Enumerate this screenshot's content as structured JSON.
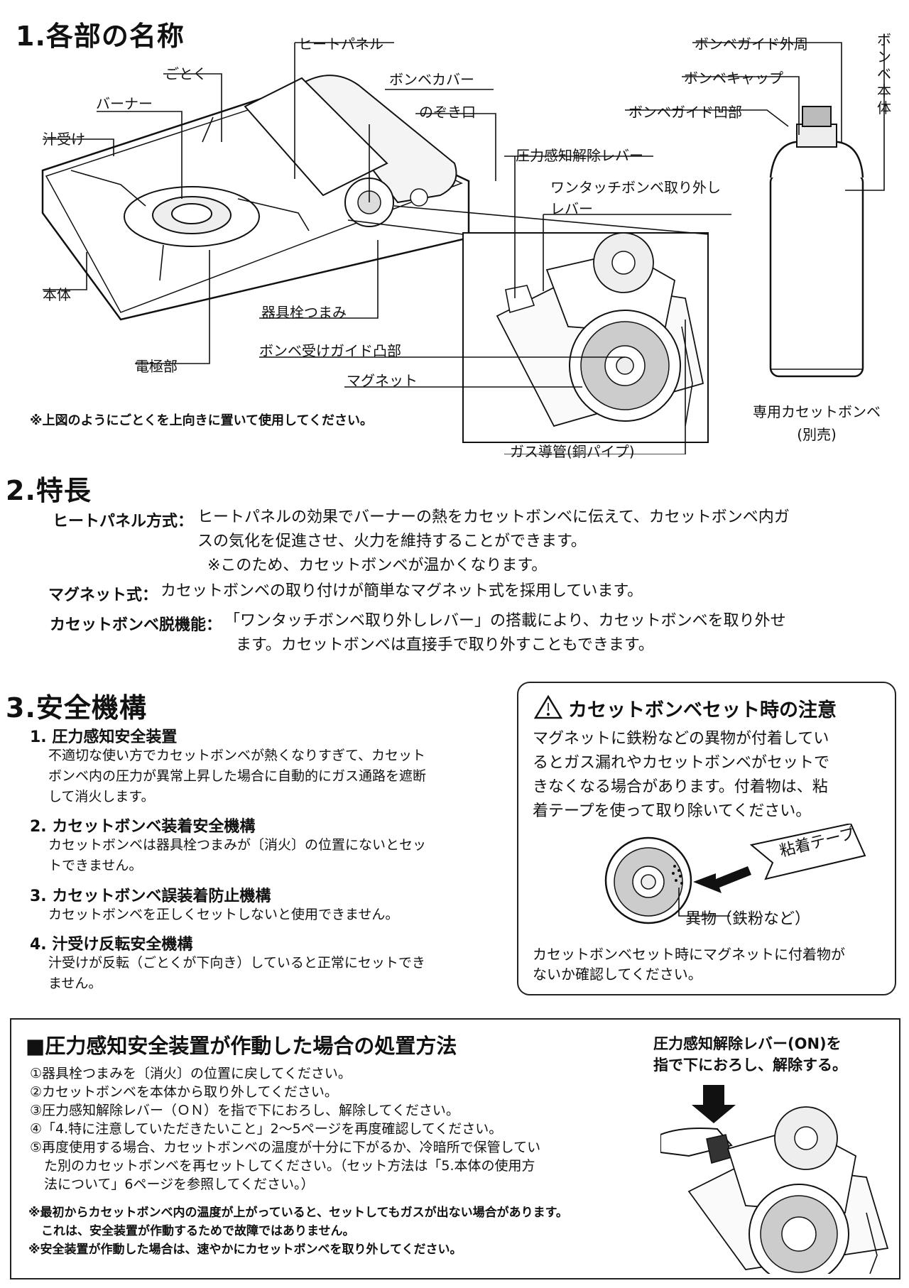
{
  "sections": {
    "parts": {
      "title": "1.各部の名称",
      "labels": {
        "heat_panel": "ヒートパネル",
        "gotoku": "ごとく",
        "cylinder_cover": "ボンベカバー",
        "burner": "バーナー",
        "peephole": "のぞき口",
        "drip_tray": "汁受け",
        "pressure_release_lever": "圧力感知解除レバー",
        "onetouch_lever_1": "ワンタッチボンベ取り外し",
        "onetouch_lever_2": "レバー",
        "body": "本体",
        "valve_knob": "器具栓つまみ",
        "guide_convex": "ボンベ受けガイド凸部",
        "magnet": "マグネット",
        "electrode": "電極部",
        "gas_pipe": "ガス導管(銅パイプ)",
        "guide_outer": "ボンベガイド外周",
        "cylinder_cap": "ボンベキャップ",
        "guide_concave": "ボンベガイド凹部",
        "cylinder_body": "ボンベ本体",
        "cassette_1": "専用カセットボンベ",
        "cassette_2": "(別売)"
      },
      "note": "※上図のようにごとくを上向きに置いて使用してください。"
    },
    "features": {
      "title": "2.特長",
      "items": [
        {
          "term": "ヒートパネル方式：",
          "desc_1": "ヒートパネルの効果でバーナーの熱をカセットボンベに伝えて、カセットボンベ内ガ",
          "desc_2": "スの気化を促進させ、火力を維持することができます。",
          "desc_3": "※このため、カセットボンベが温かくなります。"
        },
        {
          "term": "マグネット式：",
          "desc_1": "カセットボンベの取り付けが簡単なマグネット式を採用しています。"
        },
        {
          "term": "カセットボンベ脱機能：",
          "desc_1": "「ワンタッチボンベ取り外しレバー」の搭載により、カセットボンベを取り外せ",
          "desc_2": "ます。カセットボンベは直接手で取り外すこともできます。"
        }
      ]
    },
    "safety": {
      "title": "3.安全機構",
      "items": [
        {
          "title": "1. 圧力感知安全装置",
          "lines": [
            "不適切な使い方でカセットボンベが熱くなりすぎて、カセット",
            "ボンベ内の圧力が異常上昇した場合に自動的にガス通路を遮断",
            "して消火します。"
          ]
        },
        {
          "title": "2. カセットボンベ装着安全機構",
          "lines": [
            "カセットボンベは器具栓つまみが〔消火〕の位置にないとセッ",
            "トできません。"
          ]
        },
        {
          "title": "3. カセットボンベ誤装着防止機構",
          "lines": [
            "カセットボンベを正しくセットしないと使用できません。"
          ]
        },
        {
          "title": "4. 汁受け反転安全機構",
          "lines": [
            "汁受けが反転（ごとくが下向き）していると正常にセットでき",
            "ません。"
          ]
        }
      ]
    },
    "caution": {
      "title": "カセットボンベセット時の注意",
      "lines": [
        "マグネットに鉄粉などの異物が付着してい",
        "るとガス漏れやカセットボンベがセットで",
        "きなくなる場合があります。付着物は、粘",
        "着テープを使って取り除いてください。"
      ],
      "tape_label": "粘着テープ",
      "foreign_label": "異物（鉄粉など）",
      "footer_1": "カセットボンベセット時にマグネットに付着物が",
      "footer_2": "ないか確認してください。"
    },
    "procedure": {
      "title": "■圧力感知安全装置が作動した場合の処置方法",
      "steps": [
        "①器具栓つまみを〔消火〕の位置に戻してください。",
        "②カセットボンベを本体から取り外してください。",
        "③圧力感知解除レバー（ＯＮ）を指で下におろし、解除してください。",
        "④「4.特に注意していただきたいこと」2～5ページを再度確認してください。",
        "⑤再度使用する場合、カセットボンベの温度が十分に下がるか、冷暗所で保管してい",
        "た別のカセットボンベを再セットしてください。（セット方法は「5.本体の使用方",
        "法について」6ページを参照してください。）"
      ],
      "notes": [
        "※最初からカセットボンベ内の温度が上がっていると、セットしてもガスが出ない場合があります。",
        "これは、安全装置が作動するためで故障ではありません。",
        "※安全装置が作動した場合は、速やかにカセットボンベを取り外してください。"
      ],
      "illus_1": "圧力感知解除レバー(ON)を",
      "illus_2": "指で下におろし、解除する。"
    }
  }
}
